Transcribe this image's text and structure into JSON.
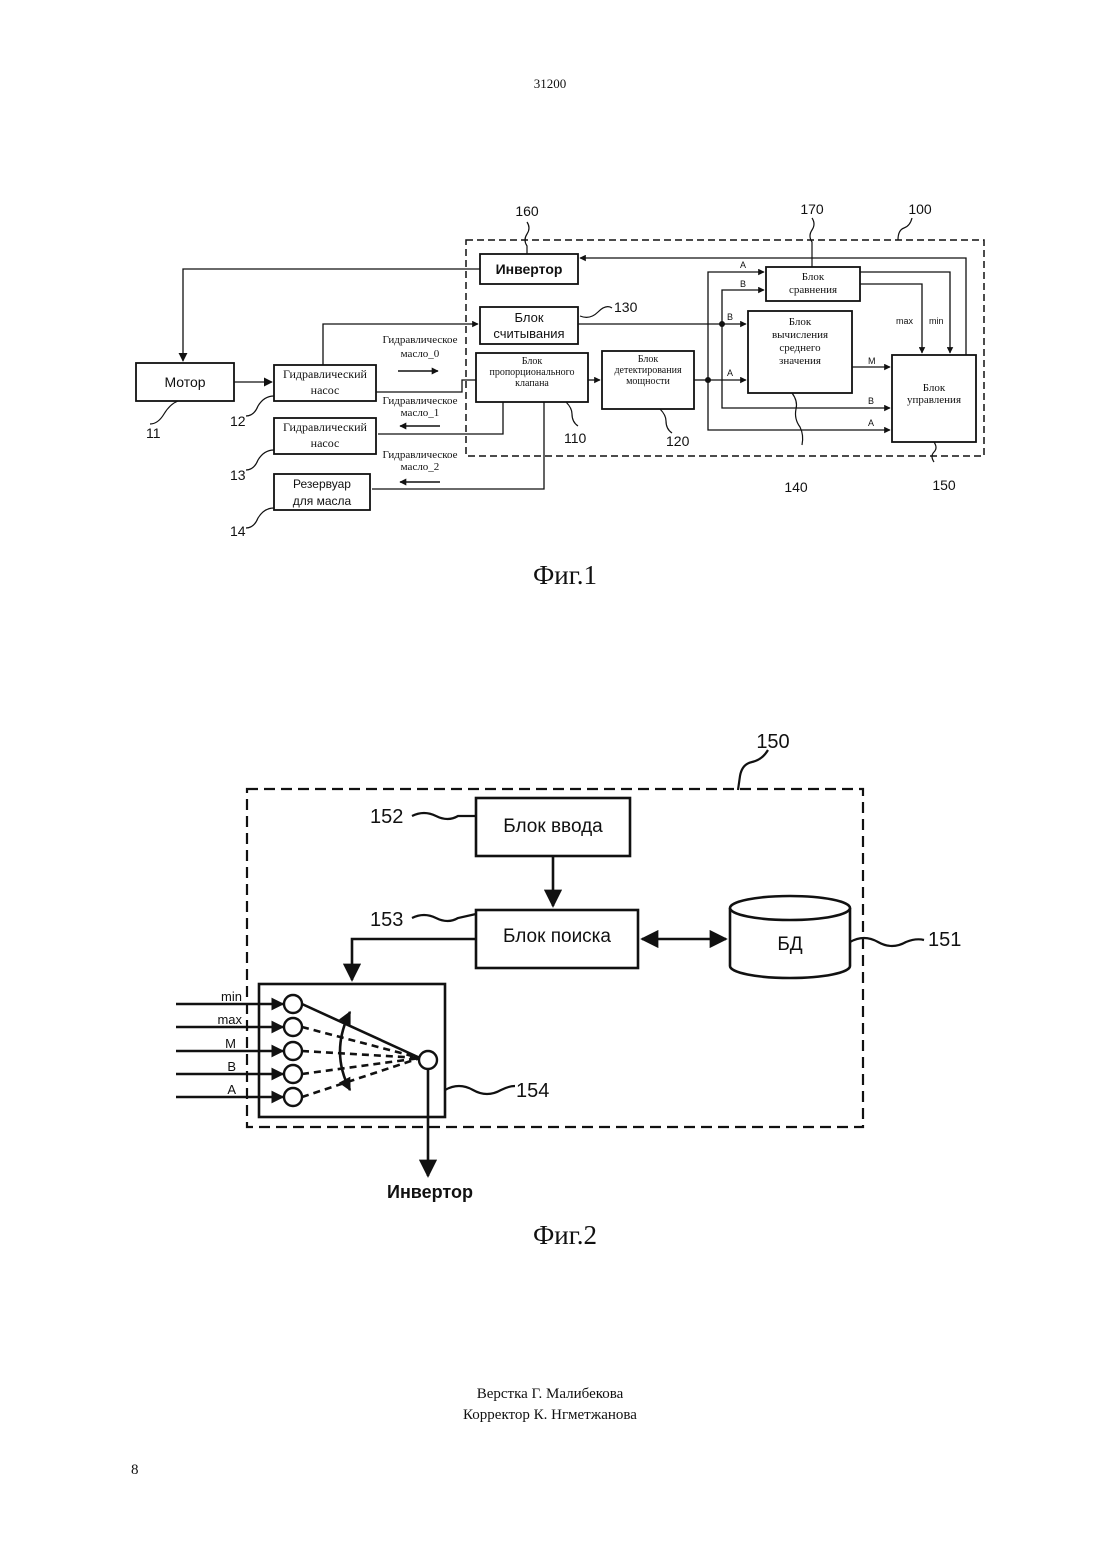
{
  "page": {
    "doc_number": "31200",
    "page_number": "8"
  },
  "footer": {
    "layout": "Верстка Г. Малибекова",
    "corrector": "Корректор К. Нгметжанова"
  },
  "fig1": {
    "caption": "Фиг.1",
    "refs": {
      "r160": "160",
      "r170": "170",
      "r100": "100",
      "r130": "130",
      "r11": "11",
      "r12": "12",
      "r13": "13",
      "r14": "14",
      "r110": "110",
      "r120": "120",
      "r140": "140",
      "r150": "150"
    },
    "blocks": {
      "inverter": "Инвертор",
      "reading_l1": "Блок",
      "reading_l2": "считывания",
      "motor": "Мотор",
      "pump1_l1": "Гидравлический",
      "pump1_l2": "насос",
      "pump2_l1": "Гидравлический",
      "pump2_l2": "насос",
      "tank_l1": "Резервуар",
      "tank_l2": "для масла",
      "prop_l1": "Блок",
      "prop_l2": "пропорционального",
      "prop_l3": "клапана",
      "power_l1": "Блок",
      "power_l2": "детектирования",
      "power_l3": "мощности",
      "compare_l1": "Блок",
      "compare_l2": "сравнения",
      "avg_l1": "Блок",
      "avg_l2": "вычисления",
      "avg_l3": "среднего",
      "avg_l4": "значения",
      "control_l1": "Блок",
      "control_l2": "управления"
    },
    "oil": {
      "o0_l1": "Гидравлическое",
      "o0_l2": "масло_0",
      "o1_l1": "Гидравлическое",
      "o1_l2": "масло_1",
      "o2_l1": "Гидравлическое",
      "o2_l2": "масло_2"
    },
    "signals": {
      "a": "A",
      "b": "B",
      "m": "M",
      "max": "max",
      "min": "min"
    }
  },
  "fig2": {
    "caption": "Фиг.2",
    "refs": {
      "r150": "150",
      "r152": "152",
      "r153": "153",
      "r151": "151",
      "r154": "154"
    },
    "input_block": "Блок ввода",
    "search_block": "Блок поиска",
    "db": "БД",
    "inverter": "Инвертор",
    "inputs": [
      "min",
      "max",
      "M",
      "B",
      "A"
    ]
  }
}
